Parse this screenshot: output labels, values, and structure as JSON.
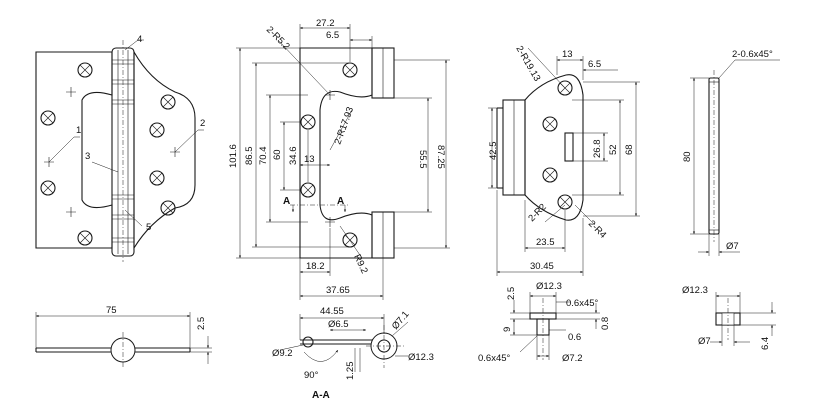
{
  "views": {
    "front": {
      "parts": [
        "1",
        "2",
        "3",
        "4",
        "5"
      ],
      "width": "75",
      "thickness": "2.5"
    },
    "leaf": {
      "top_dims": [
        "27.2",
        "6.5"
      ],
      "radius_top": "2-R5.2",
      "radius_mid": "2-R17.93",
      "radius_bottom": "R9.2",
      "heights": [
        "101.6",
        "86.5",
        "70.4",
        "60",
        "34.6",
        "55.5",
        "87.25"
      ],
      "center_dim": "13",
      "bottom_dims": [
        "18.2",
        "37.65"
      ],
      "section_mark": "A"
    },
    "section": {
      "title": "A-A",
      "width": "44.55",
      "inner": "Ø6.5",
      "bore": "Ø9.2",
      "pin": "Ø7.1",
      "outer": "Ø12.3",
      "angle": "90°",
      "offset": "1.25"
    },
    "end_leaf": {
      "radius": "2-R19.13",
      "top_dims": [
        "13",
        "6.5"
      ],
      "heights": [
        "42.5",
        "26.8",
        "52",
        "68"
      ],
      "radii": [
        "2-R2",
        "2-R4"
      ],
      "bottom_dims": [
        "23.5",
        "30.45"
      ]
    },
    "bushing": {
      "height": "2.5",
      "diameter": "Ø12.3",
      "chamfer_top": "0.6x45°",
      "chamfer_bottom": "0.6x45°",
      "inner_h": "9",
      "step": "0.6",
      "flange": "0.8",
      "base": "Ø7.2"
    },
    "pin": {
      "chamfer": "2-0.6x45°",
      "length": "80",
      "diameter": "Ø7"
    },
    "washer": {
      "outer": "Ø12.3",
      "inner": "Ø7",
      "thickness": "6.4"
    }
  }
}
